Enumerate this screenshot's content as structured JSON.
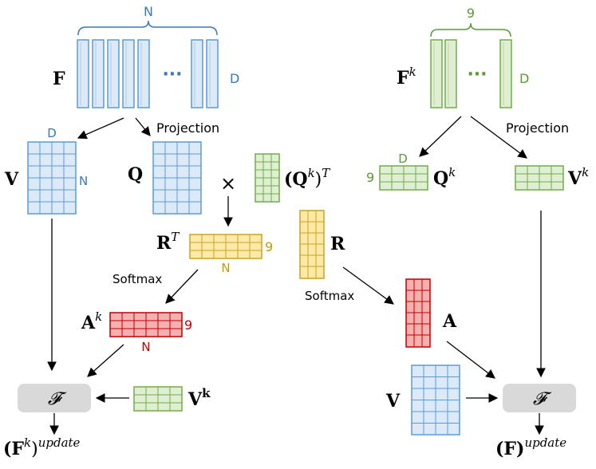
{
  "colors": {
    "blue_fill": "#dce9f6",
    "blue_stroke": "#5b9bd5",
    "blue_text": "#3a78b8",
    "green_fill": "#e0efd4",
    "green_stroke": "#70ad47",
    "green_text": "#5a9a35",
    "yellow_fill": "#ffe9a6",
    "yellow_stroke": "#c9a227",
    "yellow_text": "#c49a00",
    "red_fill": "#f6b0b0",
    "red_stroke": "#c00000",
    "red_text": "#c00000",
    "gray_box": "#d9d9d9"
  },
  "left": {
    "brace_label": "N",
    "F_label": "F",
    "ellipsis": "···",
    "D_label": "D",
    "projection": "Projection",
    "V_label": "V",
    "V_D": "D",
    "V_N": "N",
    "Q_label": "Q",
    "times": "×",
    "Qk_label": "(Q",
    "Qk_sup": "k",
    "Qk_close": ")",
    "Qk_T": "T",
    "R_T_label": "R",
    "R_T_sup": "T",
    "R_T_9": "9",
    "R_T_N": "N",
    "softmax": "Softmax",
    "Ak_label": "A",
    "Ak_sup": "k",
    "Ak_9": "9",
    "Ak_N": "N",
    "op": "𝓕",
    "Vk_label": "V",
    "Vk_sup": "k",
    "out_open": "(F",
    "out_sup": "k",
    "out_close": ")",
    "out_update": "update"
  },
  "right": {
    "brace_label": "9",
    "F_label": "F",
    "F_sup": "k",
    "ellipsis": "···",
    "D_label": "D",
    "projection": "Projection",
    "Q_9": "9",
    "Q_D": "D",
    "Q_label": "Q",
    "Q_sup": "k",
    "V_label": "V",
    "V_sup": "k",
    "R_label": "R",
    "softmax": "Softmax",
    "A_label": "A",
    "V2_label": "V",
    "op": "𝓕",
    "out_open": "(F)",
    "out_update": "update"
  }
}
